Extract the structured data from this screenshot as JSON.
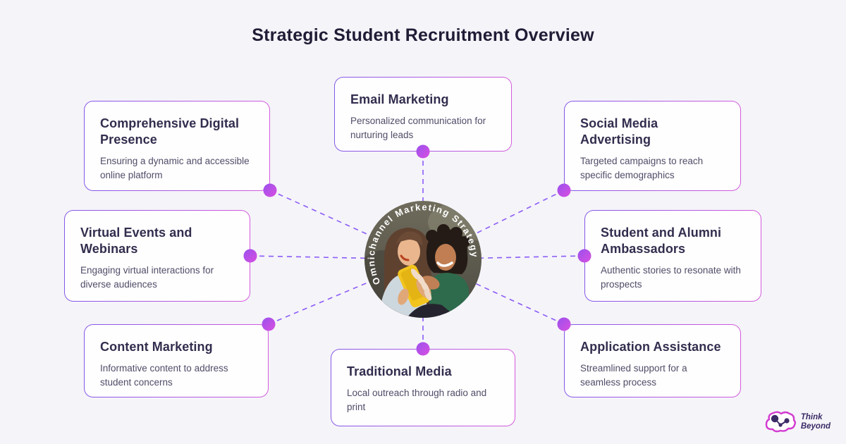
{
  "title": "Strategic Student Recruitment Overview",
  "center": {
    "label": "Omnichannel Marketing Strategy"
  },
  "cards": [
    {
      "id": "comprehensive-digital-presence",
      "title": "Comprehensive Digital Presence",
      "description": "Ensuring a dynamic and accessible online platform"
    },
    {
      "id": "email-marketing",
      "title": "Email Marketing",
      "description": "Personalized communication for nurturing leads"
    },
    {
      "id": "social-media-advertising",
      "title": "Social Media Advertising",
      "description": "Targeted campaigns to reach specific demographics"
    },
    {
      "id": "virtual-events-and-webinars",
      "title": "Virtual Events and Webinars",
      "description": "Engaging virtual interactions for diverse audiences"
    },
    {
      "id": "student-and-alumni-ambassadors",
      "title": "Student and Alumni Ambassadors",
      "description": "Authentic stories to resonate with prospects"
    },
    {
      "id": "content-marketing",
      "title": "Content Marketing",
      "description": "Informative content to address student concerns"
    },
    {
      "id": "traditional-media",
      "title": "Traditional Media",
      "description": "Local outreach through radio and print"
    },
    {
      "id": "application-assistance",
      "title": "Application Assistance",
      "description": "Streamlined support for a seamless process"
    }
  ],
  "logo": {
    "line1": "Think",
    "line2": "Beyond"
  },
  "colors": {
    "background": "#f5f4f9",
    "card_background": "#fefefe",
    "border_gradient_start": "#8358e8",
    "border_gradient_end": "#d45bdd",
    "connector": "#8b5cf6",
    "dot_gradient_start": "#9a50ee",
    "dot_gradient_end": "#d94fe0",
    "heading_text": "#211c36",
    "card_title_text": "#332d4e",
    "card_body_text": "#514c68",
    "logo_text": "#3b2b66",
    "logo_outline": "#d23bd0"
  }
}
